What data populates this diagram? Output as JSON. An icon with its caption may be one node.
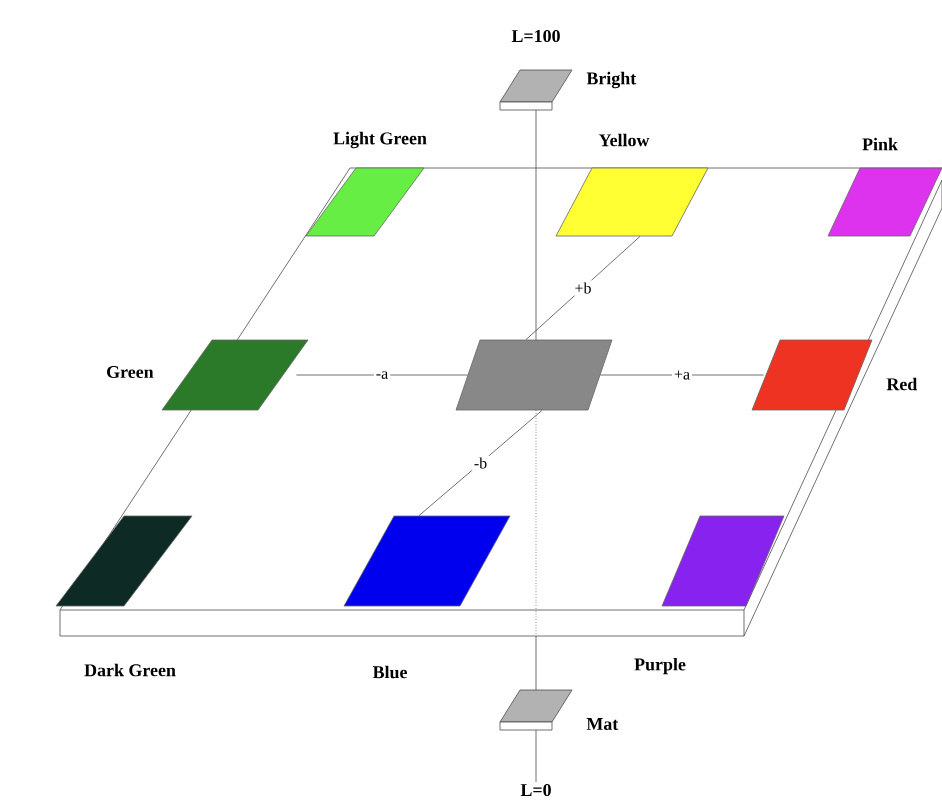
{
  "diagram": {
    "nodes": [
      {
        "text": [
          "Light Green"
        ]
      },
      {
        "text": [
          "Yellow"
        ]
      },
      {
        "text": [
          "Pink"
        ]
      },
      {
        "text": [
          "Green"
        ]
      },
      {
        "text": [],
        "shape": "box"
      },
      {
        "text": [
          "Red"
        ]
      },
      {
        "text": [
          "Dark Green"
        ]
      },
      {
        "text": [
          "Blue"
        ]
      },
      {
        "text": [
          "Purple"
        ]
      },
      {
        "text": [
          "Bright"
        ]
      },
      {
        "text": [
          "Mat"
        ]
      }
    ],
    "edges": [
      {
        "from": 3,
        "to": 4,
        "arrow": "none",
        "label": "-a"
      },
      {
        "from": 4,
        "to": 5,
        "arrow": "none",
        "label": "+a"
      },
      {
        "from": 4,
        "to": 1,
        "arrow": "none",
        "label": "+b"
      },
      {
        "from": 4,
        "to": 7,
        "arrow": "none",
        "label": "-b"
      }
    ],
    "labels": [
      "L=100",
      "L=0"
    ]
  }
}
